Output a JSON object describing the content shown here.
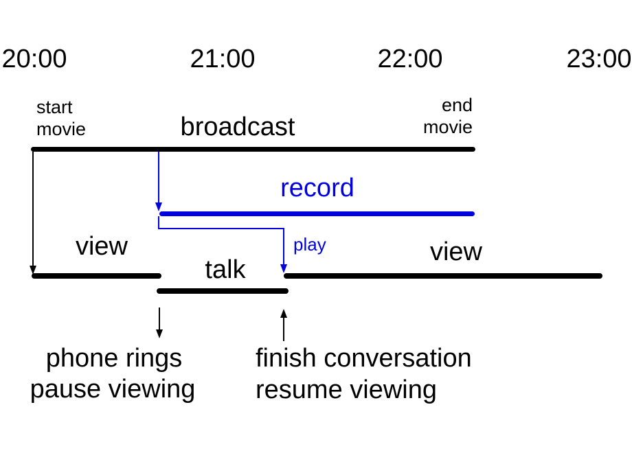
{
  "colors": {
    "ink": "#000000",
    "accent": "#0000e0"
  },
  "time_axis": {
    "labels": [
      "20:00",
      "21:00",
      "22:00",
      "23:00"
    ]
  },
  "bars": {
    "broadcast": {
      "label": "broadcast",
      "approx_span": "20:00-22:20"
    },
    "record": {
      "label": "record",
      "approx_span": "20:40-22:20"
    },
    "view_left": {
      "label": "view",
      "approx_span": "20:00-20:40"
    },
    "talk": {
      "label": "talk",
      "approx_span": "20:40-21:20"
    },
    "view_right": {
      "label": "view",
      "approx_span": "21:20-23:00"
    },
    "play": {
      "label": "play"
    }
  },
  "events": {
    "start_movie": {
      "line1": "start",
      "line2": "movie"
    },
    "end_movie": {
      "line1": "end",
      "line2": "movie"
    },
    "phone": {
      "line1": "phone rings",
      "line2": "pause viewing"
    },
    "finish": {
      "line1": "finish conversation",
      "line2": "resume viewing"
    }
  }
}
